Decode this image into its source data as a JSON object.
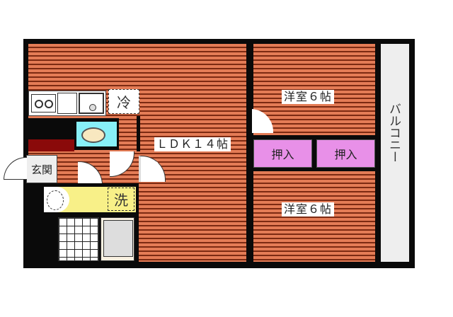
{
  "floorplan": {
    "rooms": {
      "ldk": {
        "label": "ＬＤＫ１４帖"
      },
      "western_room_1": {
        "label": "洋室６帖"
      },
      "western_room_2": {
        "label": "洋室６帖"
      },
      "closet_1": {
        "label": "押入"
      },
      "closet_2": {
        "label": "押入"
      },
      "entrance": {
        "label": "玄関"
      },
      "balcony": {
        "label": "バルコニー"
      },
      "fridge_space": {
        "label": "冷"
      },
      "washer_space": {
        "label": "洗"
      }
    },
    "colors": {
      "floor_light": "#e47c56",
      "floor_dark": "#7c2a12",
      "toilet": "#88f0f8",
      "washroom": "#f8f088",
      "closet": "#e890e8",
      "entrance_mat": "#8a0a0a",
      "balcony": "#eeeeee",
      "wall": "#0a0a0a"
    }
  }
}
